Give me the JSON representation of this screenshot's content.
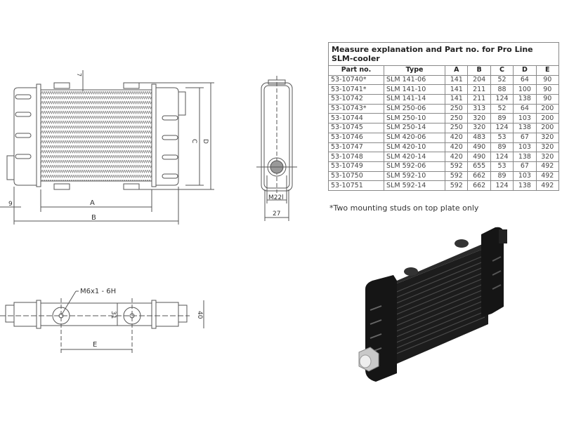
{
  "table": {
    "title": "Measure explanation and Part no. for Pro Line SLM-cooler",
    "headers": [
      "Part no.",
      "Type",
      "A",
      "B",
      "C",
      "D",
      "E"
    ],
    "rows": [
      [
        "53-10740*",
        "SLM 141-06",
        "141",
        "204",
        "52",
        "64",
        "90"
      ],
      [
        "53-10741*",
        "SLM 141-10",
        "141",
        "211",
        "88",
        "100",
        "90"
      ],
      [
        "53-10742",
        "SLM 141-14",
        "141",
        "211",
        "124",
        "138",
        "90"
      ],
      [
        "53-10743*",
        "SLM 250-06",
        "250",
        "313",
        "52",
        "64",
        "200"
      ],
      [
        "53-10744",
        "SLM 250-10",
        "250",
        "320",
        "89",
        "103",
        "200"
      ],
      [
        "53-10745",
        "SLM 250-14",
        "250",
        "320",
        "124",
        "138",
        "200"
      ],
      [
        "53-10746",
        "SLM 420-06",
        "420",
        "483",
        "53",
        "67",
        "320"
      ],
      [
        "53-10747",
        "SLM 420-10",
        "420",
        "490",
        "89",
        "103",
        "320"
      ],
      [
        "53-10748",
        "SLM 420-14",
        "420",
        "490",
        "124",
        "138",
        "320"
      ],
      [
        "53-10749",
        "SLM 592-06",
        "592",
        "655",
        "53",
        "67",
        "492"
      ],
      [
        "53-10750",
        "SLM 592-10",
        "592",
        "662",
        "89",
        "103",
        "492"
      ],
      [
        "53-10751",
        "SLM 592-14",
        "592",
        "662",
        "124",
        "138",
        "492"
      ]
    ]
  },
  "footnote": "*Two mounting studs on top plate only",
  "front_view": {
    "dim_top": "7",
    "dim_left": "9",
    "dim_a": "A",
    "dim_b": "B",
    "dim_c": "C",
    "dim_d": "D"
  },
  "side_view": {
    "dim_thread": "M22l",
    "dim_width": "27"
  },
  "top_view": {
    "thread_callout": "M6x1 - 6H",
    "dim_31": "31",
    "dim_40": "40",
    "dim_e": "E"
  },
  "colors": {
    "line": "#555555",
    "body_3d": "#1a1a1a",
    "fitting": "#c8c8c8"
  }
}
